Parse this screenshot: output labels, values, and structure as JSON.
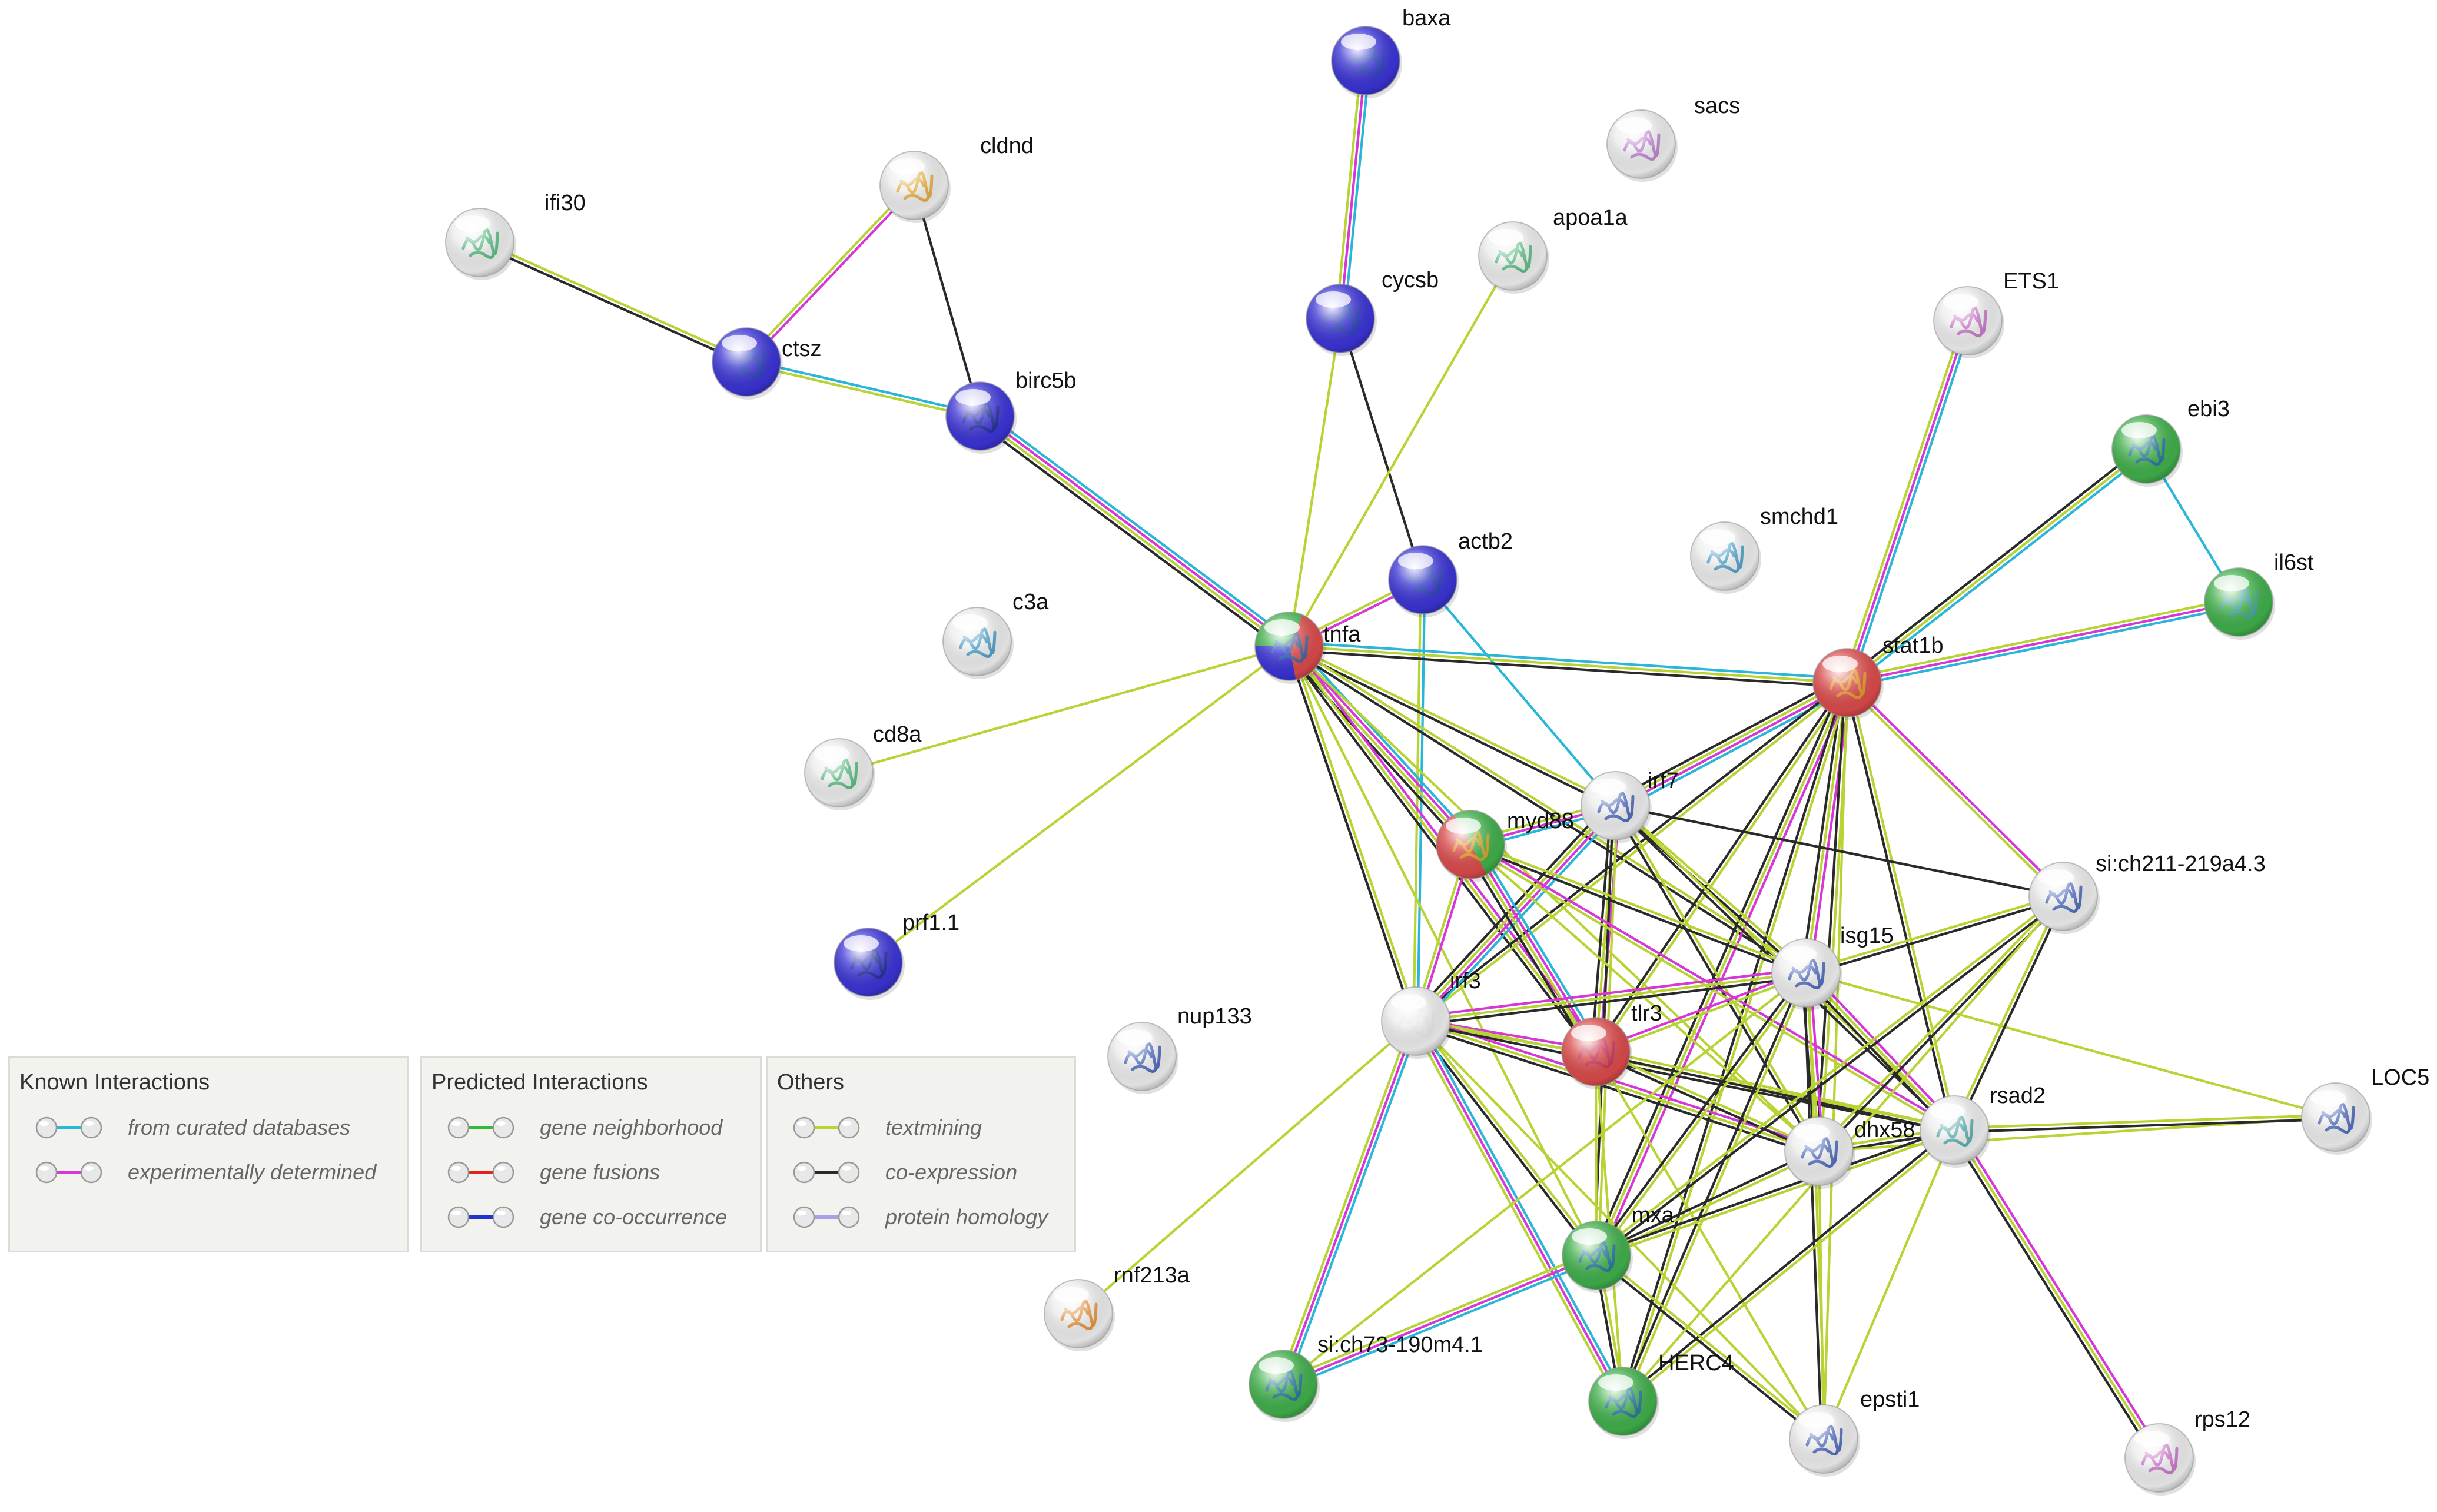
{
  "nodes": [
    {
      "id": "baxa",
      "label": "baxa",
      "color": "#3a33d4",
      "structure": "#2244aa"
    },
    {
      "id": "sacs",
      "label": "sacs",
      "color": "#ececec",
      "structure": "#b070c8"
    },
    {
      "id": "cldnd",
      "label": "cldnd",
      "color": "#ececec",
      "structure": "#e0a020"
    },
    {
      "id": "ifi30",
      "label": "ifi30",
      "color": "#ececec",
      "structure": "#40b070"
    },
    {
      "id": "apoa1a",
      "label": "apoa1a",
      "color": "#ececec",
      "structure": "#40b070"
    },
    {
      "id": "cycsb",
      "label": "cycsb",
      "color": "#3a33d4",
      "structure": "#2244aa"
    },
    {
      "id": "ctsz",
      "label": "ctsz",
      "color": "#3a33d4",
      "structure": "#2244aa"
    },
    {
      "id": "birc5b",
      "label": "birc5b",
      "color": "#3a33d4",
      "structure": "#1a2a88"
    },
    {
      "id": "ETS1",
      "label": "ETS1",
      "color": "#ececec",
      "structure": "#c060c0"
    },
    {
      "id": "ebi3",
      "label": "ebi3",
      "color": "#3fae4a",
      "structure": "#2266aa"
    },
    {
      "id": "smchd1",
      "label": "smchd1",
      "color": "#ececec",
      "structure": "#3090c0"
    },
    {
      "id": "il6st",
      "label": "il6st",
      "color": "#3fae4a",
      "structure": "#40a0b0"
    },
    {
      "id": "actb2",
      "label": "actb2",
      "color": "#3a33d4",
      "structure": "#2244aa"
    },
    {
      "id": "c3a",
      "label": "c3a",
      "color": "#ececec",
      "structure": "#3090c0"
    },
    {
      "id": "tnfa",
      "label": "tnfa",
      "color": "#3fae4a",
      "color2": "#d94a4a",
      "color3": "#3a33d4",
      "structure": "#2266aa"
    },
    {
      "id": "stat1b",
      "label": "stat1b",
      "color": "#d94a4a",
      "structure": "#e0a020"
    },
    {
      "id": "cd8a",
      "label": "cd8a",
      "color": "#ececec",
      "structure": "#40b070"
    },
    {
      "id": "irf7",
      "label": "irf7",
      "color": "#ececec",
      "structure": "#3050b0"
    },
    {
      "id": "myd88",
      "label": "myd88",
      "color": "#3fae4a",
      "color2": "#d94a4a",
      "structure": "#e0a020"
    },
    {
      "id": "si:ch211-219a4.3",
      "label": "si:ch211-219a4.3",
      "color": "#ececec",
      "structure": "#3050b0"
    },
    {
      "id": "prf1.1",
      "label": "prf1.1",
      "color": "#3a33d4",
      "structure": "#1a2a88"
    },
    {
      "id": "isg15",
      "label": "isg15",
      "color": "#ececec",
      "structure": "#3050b0"
    },
    {
      "id": "irf3",
      "label": "irf3",
      "color": "#ececec",
      "structure": "#e6e6e6"
    },
    {
      "id": "tlr3",
      "label": "tlr3",
      "color": "#d94a4a",
      "structure": "#c03060"
    },
    {
      "id": "nup133",
      "label": "nup133",
      "color": "#ececec",
      "structure": "#3050b0"
    },
    {
      "id": "rsad2",
      "label": "rsad2",
      "color": "#ececec",
      "structure": "#40a0a0"
    },
    {
      "id": "dhx58",
      "label": "dhx58",
      "color": "#ececec",
      "structure": "#3050b0"
    },
    {
      "id": "LOC5",
      "label": "LOC5",
      "color": "#ececec",
      "structure": "#3050b0"
    },
    {
      "id": "mxa",
      "label": "mxa",
      "color": "#3fae4a",
      "structure": "#2266aa"
    },
    {
      "id": "rnf213a",
      "label": "rnf213a",
      "color": "#ececec",
      "structure": "#e08020"
    },
    {
      "id": "si:ch73-190m4.1",
      "label": "si:ch73-190m4.1",
      "color": "#3fae4a",
      "structure": "#2266aa"
    },
    {
      "id": "HERC4",
      "label": "HERC4",
      "color": "#3fae4a",
      "structure": "#2266aa"
    },
    {
      "id": "epsti1",
      "label": "epsti1",
      "color": "#ececec",
      "structure": "#3050b0"
    },
    {
      "id": "rps12",
      "label": "rps12",
      "color": "#ececec",
      "structure": "#c060c0"
    }
  ],
  "edges": [
    {
      "a": "baxa",
      "b": "cycsb",
      "types": [
        "curated",
        "experimental",
        "textmining"
      ]
    },
    {
      "a": "ifi30",
      "b": "ctsz",
      "types": [
        "textmining",
        "coexpression"
      ]
    },
    {
      "a": "cldnd",
      "b": "ctsz",
      "types": [
        "experimental",
        "textmining"
      ]
    },
    {
      "a": "cldnd",
      "b": "birc5b",
      "types": [
        "coexpression"
      ]
    },
    {
      "a": "ctsz",
      "b": "birc5b",
      "types": [
        "curated",
        "textmining"
      ]
    },
    {
      "a": "birc5b",
      "b": "tnfa",
      "types": [
        "curated",
        "experimental",
        "textmining",
        "coexpression"
      ]
    },
    {
      "a": "cycsb",
      "b": "tnfa",
      "types": [
        "textmining"
      ]
    },
    {
      "a": "cycsb",
      "b": "actb2",
      "types": [
        "coexpression"
      ]
    },
    {
      "a": "apoa1a",
      "b": "tnfa",
      "types": [
        "textmining"
      ]
    },
    {
      "a": "ETS1",
      "b": "stat1b",
      "types": [
        "curated",
        "experimental",
        "textmining"
      ]
    },
    {
      "a": "ebi3",
      "b": "stat1b",
      "types": [
        "curated",
        "textmining",
        "coexpression"
      ]
    },
    {
      "a": "ebi3",
      "b": "il6st",
      "types": [
        "curated"
      ]
    },
    {
      "a": "il6st",
      "b": "stat1b",
      "types": [
        "curated",
        "experimental",
        "textmining"
      ]
    },
    {
      "a": "actb2",
      "b": "tnfa",
      "types": [
        "experimental",
        "textmining"
      ]
    },
    {
      "a": "actb2",
      "b": "irf3",
      "types": [
        "curated",
        "textmining"
      ]
    },
    {
      "a": "actb2",
      "b": "irf7",
      "types": [
        "curated"
      ]
    },
    {
      "a": "tnfa",
      "b": "cd8a",
      "types": [
        "textmining"
      ]
    },
    {
      "a": "tnfa",
      "b": "prf1.1",
      "types": [
        "textmining"
      ]
    },
    {
      "a": "tnfa",
      "b": "stat1b",
      "types": [
        "curated",
        "textmining",
        "coexpression"
      ]
    },
    {
      "a": "tnfa",
      "b": "irf7",
      "types": [
        "textmining",
        "coexpression"
      ]
    },
    {
      "a": "tnfa",
      "b": "myd88",
      "types": [
        "curated",
        "experimental",
        "textmining",
        "coexpression"
      ]
    },
    {
      "a": "tnfa",
      "b": "irf3",
      "types": [
        "textmining",
        "coexpression"
      ]
    },
    {
      "a": "tnfa",
      "b": "tlr3",
      "types": [
        "experimental",
        "textmining",
        "coexpression"
      ]
    },
    {
      "a": "tnfa",
      "b": "isg15",
      "types": [
        "textmining",
        "coexpression"
      ]
    },
    {
      "a": "tnfa",
      "b": "mxa",
      "types": [
        "textmining"
      ]
    },
    {
      "a": "tnfa",
      "b": "dhx58",
      "types": [
        "textmining"
      ]
    },
    {
      "a": "stat1b",
      "b": "irf7",
      "types": [
        "curated",
        "experimental",
        "textmining",
        "coexpression"
      ]
    },
    {
      "a": "stat1b",
      "b": "irf3",
      "types": [
        "textmining",
        "coexpression"
      ]
    },
    {
      "a": "stat1b",
      "b": "isg15",
      "types": [
        "experimental",
        "textmining",
        "coexpression"
      ]
    },
    {
      "a": "stat1b",
      "b": "tlr3",
      "types": [
        "textmining",
        "coexpression"
      ]
    },
    {
      "a": "stat1b",
      "b": "dhx58",
      "types": [
        "textmining",
        "coexpression"
      ]
    },
    {
      "a": "stat1b",
      "b": "rsad2",
      "types": [
        "textmining",
        "coexpression"
      ]
    },
    {
      "a": "stat1b",
      "b": "mxa",
      "types": [
        "experimental",
        "textmining",
        "coexpression"
      ]
    },
    {
      "a": "stat1b",
      "b": "si:ch211-219a4.3",
      "types": [
        "experimental",
        "textmining"
      ]
    },
    {
      "a": "stat1b",
      "b": "HERC4",
      "types": [
        "textmining",
        "coexpression"
      ]
    },
    {
      "a": "stat1b",
      "b": "epsti1",
      "types": [
        "textmining"
      ]
    },
    {
      "a": "irf7",
      "b": "myd88",
      "types": [
        "curated",
        "experimental",
        "textmining"
      ]
    },
    {
      "a": "irf7",
      "b": "irf3",
      "types": [
        "curated",
        "experimental",
        "textmining",
        "coexpression"
      ]
    },
    {
      "a": "irf7",
      "b": "tlr3",
      "types": [
        "experimental",
        "textmining",
        "coexpression"
      ]
    },
    {
      "a": "irf7",
      "b": "isg15",
      "types": [
        "textmining",
        "coexpression"
      ]
    },
    {
      "a": "irf7",
      "b": "si:ch211-219a4.3",
      "types": [
        "coexpression"
      ]
    },
    {
      "a": "irf7",
      "b": "dhx58",
      "types": [
        "textmining",
        "coexpression"
      ]
    },
    {
      "a": "irf7",
      "b": "rsad2",
      "types": [
        "textmining",
        "coexpression"
      ]
    },
    {
      "a": "irf7",
      "b": "mxa",
      "types": [
        "textmining",
        "coexpression"
      ]
    },
    {
      "a": "myd88",
      "b": "irf3",
      "types": [
        "experimental",
        "textmining"
      ]
    },
    {
      "a": "myd88",
      "b": "tlr3",
      "types": [
        "curated",
        "experimental",
        "textmining",
        "coexpression"
      ]
    },
    {
      "a": "myd88",
      "b": "isg15",
      "types": [
        "textmining",
        "coexpression"
      ]
    },
    {
      "a": "myd88",
      "b": "dhx58",
      "types": [
        "textmining"
      ]
    },
    {
      "a": "myd88",
      "b": "rsad2",
      "types": [
        "experimental",
        "textmining"
      ]
    },
    {
      "a": "irf3",
      "b": "tlr3",
      "types": [
        "experimental",
        "textmining"
      ]
    },
    {
      "a": "irf3",
      "b": "isg15",
      "types": [
        "experimental",
        "textmining",
        "coexpression"
      ]
    },
    {
      "a": "irf3",
      "b": "dhx58",
      "types": [
        "experimental",
        "textmining",
        "coexpression"
      ]
    },
    {
      "a": "irf3",
      "b": "rsad2",
      "types": [
        "textmining",
        "coexpression"
      ]
    },
    {
      "a": "irf3",
      "b": "mxa",
      "types": [
        "textmining",
        "coexpression"
      ]
    },
    {
      "a": "irf3",
      "b": "rnf213a",
      "types": [
        "textmining"
      ]
    },
    {
      "a": "irf3",
      "b": "si:ch73-190m4.1",
      "types": [
        "curated",
        "experimental",
        "textmining"
      ]
    },
    {
      "a": "irf3",
      "b": "HERC4",
      "types": [
        "curated",
        "experimental",
        "textmining"
      ]
    },
    {
      "a": "irf3",
      "b": "epsti1",
      "types": [
        "textmining"
      ]
    },
    {
      "a": "tlr3",
      "b": "isg15",
      "types": [
        "experimental",
        "textmining"
      ]
    },
    {
      "a": "tlr3",
      "b": "dhx58",
      "types": [
        "textmining",
        "coexpression"
      ]
    },
    {
      "a": "tlr3",
      "b": "rsad2",
      "types": [
        "textmining",
        "coexpression"
      ]
    },
    {
      "a": "tlr3",
      "b": "mxa",
      "types": [
        "textmining"
      ]
    },
    {
      "a": "tlr3",
      "b": "HERC4",
      "types": [
        "textmining"
      ]
    },
    {
      "a": "tlr3",
      "b": "epsti1",
      "types": [
        "textmining"
      ]
    },
    {
      "a": "isg15",
      "b": "dhx58",
      "types": [
        "experimental",
        "textmining",
        "coexpression"
      ]
    },
    {
      "a": "isg15",
      "b": "rsad2",
      "types": [
        "experimental",
        "textmining",
        "coexpression"
      ]
    },
    {
      "a": "isg15",
      "b": "mxa",
      "types": [
        "textmining",
        "coexpression"
      ]
    },
    {
      "a": "isg15",
      "b": "HERC4",
      "types": [
        "textmining",
        "coexpression"
      ]
    },
    {
      "a": "isg15",
      "b": "epsti1",
      "types": [
        "textmining",
        "coexpression"
      ]
    },
    {
      "a": "isg15",
      "b": "si:ch211-219a4.3",
      "types": [
        "textmining",
        "coexpression"
      ]
    },
    {
      "a": "isg15",
      "b": "LOC5",
      "types": [
        "textmining"
      ]
    },
    {
      "a": "isg15",
      "b": "si:ch73-190m4.1",
      "types": [
        "textmining"
      ]
    },
    {
      "a": "dhx58",
      "b": "rsad2",
      "types": [
        "textmining",
        "coexpression"
      ]
    },
    {
      "a": "dhx58",
      "b": "mxa",
      "types": [
        "textmining",
        "coexpression"
      ]
    },
    {
      "a": "dhx58",
      "b": "epsti1",
      "types": [
        "textmining"
      ]
    },
    {
      "a": "dhx58",
      "b": "LOC5",
      "types": [
        "textmining"
      ]
    },
    {
      "a": "dhx58",
      "b": "si:ch211-219a4.3",
      "types": [
        "textmining",
        "coexpression"
      ]
    },
    {
      "a": "rsad2",
      "b": "LOC5",
      "types": [
        "textmining",
        "coexpression"
      ]
    },
    {
      "a": "rsad2",
      "b": "mxa",
      "types": [
        "textmining",
        "coexpression"
      ]
    },
    {
      "a": "rsad2",
      "b": "HERC4",
      "types": [
        "textmining",
        "coexpression"
      ]
    },
    {
      "a": "rsad2",
      "b": "epsti1",
      "types": [
        "textmining"
      ]
    },
    {
      "a": "rsad2",
      "b": "si:ch211-219a4.3",
      "types": [
        "textmining",
        "coexpression"
      ]
    },
    {
      "a": "rsad2",
      "b": "rps12",
      "types": [
        "experimental",
        "textmining",
        "coexpression"
      ]
    },
    {
      "a": "mxa",
      "b": "HERC4",
      "types": [
        "textmining",
        "coexpression"
      ]
    },
    {
      "a": "mxa",
      "b": "epsti1",
      "types": [
        "textmining",
        "coexpression"
      ]
    },
    {
      "a": "mxa",
      "b": "si:ch73-190m4.1",
      "types": [
        "curated",
        "experimental",
        "textmining"
      ]
    },
    {
      "a": "mxa",
      "b": "si:ch211-219a4.3",
      "types": [
        "textmining",
        "coexpression"
      ]
    },
    {
      "a": "si:ch211-219a4.3",
      "b": "HERC4",
      "types": [
        "textmining"
      ]
    }
  ],
  "edge_colors": {
    "curated": "#2ab6d9",
    "experimental": "#d637d6",
    "neighborhood": "#2fba3a",
    "fusion": "#e2231a",
    "cooccurrence": "#2233cc",
    "textmining": "#b7d334",
    "coexpression": "#2a2a2a",
    "homology": "#a7a2e6"
  },
  "legend": {
    "known": {
      "title": "Known Interactions",
      "items": [
        {
          "label": "from curated databases",
          "key": "curated"
        },
        {
          "label": "experimentally determined",
          "key": "experimental"
        }
      ]
    },
    "predicted": {
      "title": "Predicted Interactions",
      "items": [
        {
          "label": "gene neighborhood",
          "key": "neighborhood"
        },
        {
          "label": "gene fusions",
          "key": "fusion"
        },
        {
          "label": "gene co-occurrence",
          "key": "cooccurrence"
        }
      ]
    },
    "others": {
      "title": "Others",
      "items": [
        {
          "label": "textmining",
          "key": "textmining"
        },
        {
          "label": "co-expression",
          "key": "coexpression"
        },
        {
          "label": "protein homology",
          "key": "homology"
        }
      ]
    }
  }
}
